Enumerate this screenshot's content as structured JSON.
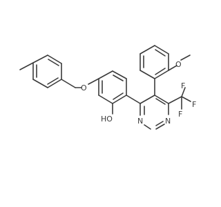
{
  "atoms": [
    {
      "id": "o_ether",
      "label": "O"
    },
    {
      "id": "o_methoxy",
      "label": "O"
    },
    {
      "id": "oh",
      "label": "HO"
    },
    {
      "id": "n1",
      "label": "N"
    },
    {
      "id": "n3",
      "label": "N"
    },
    {
      "id": "f1",
      "label": "F"
    },
    {
      "id": "f2",
      "label": "F"
    },
    {
      "id": "f3",
      "label": "F"
    }
  ]
}
